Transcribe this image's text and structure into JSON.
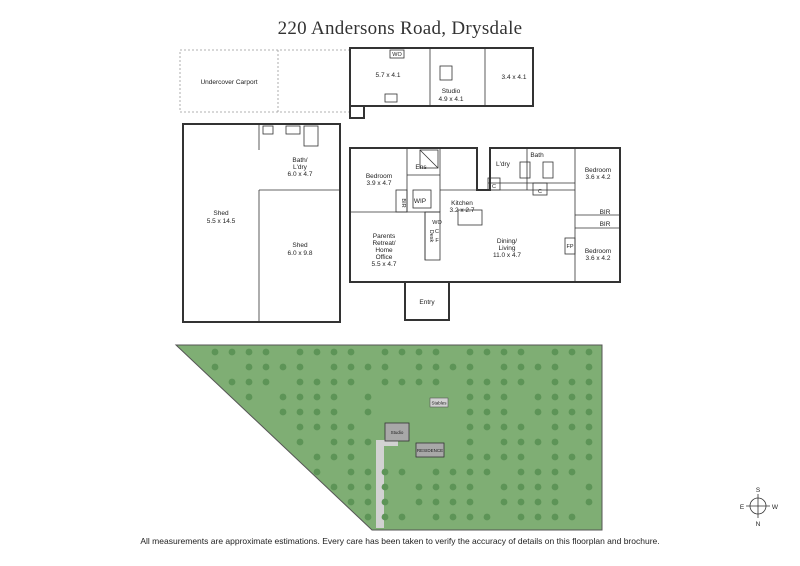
{
  "title": "220 Andersons Road, Drysdale",
  "disclaimer": "All measurements are approximate estimations. Every care has been taken to verify the accuracy of details on this floorplan and brochure.",
  "rooms": {
    "carport": "Undercover Carport",
    "studio_room1": "5.7 x 4.1",
    "studio": "Studio",
    "studio_dims": "4.9 x 4.1",
    "studio_room3": "3.4 x 4.1",
    "wo_studio": "WO",
    "shed1": "Shed",
    "shed1_dims": "5.5 x 14.5",
    "shed2": "Shed",
    "shed2_dims": "6.0 x 9.8",
    "bath_ldry": "Bath/",
    "bath_ldry2": "L'dry",
    "bath_ldry_dims": "6.0 x 4.7",
    "bedroom1": "Bedroom",
    "bedroom1_dims": "3.9 x 4.7",
    "ens": "Ens",
    "wip": "WIP",
    "bir1": "BIR",
    "ldry": "L'dry",
    "bath": "Bath",
    "c1": "C",
    "c2": "C",
    "kitchen": "Kitchen",
    "kitchen_dims": "3.2 x 2.7",
    "bedroom2": "Bedroom",
    "bedroom2_dims": "3.6 x 4.2",
    "bir2": "BIR",
    "bir3": "BIR",
    "parents1": "Parents",
    "parents2": "Retreat/",
    "parents3": "Home",
    "parents4": "Office",
    "parents_dims": "5.5 x 4.7",
    "desk": "Desk",
    "wo": "WO",
    "c3": "C",
    "f": "F",
    "dining1": "Dining/",
    "dining2": "Living",
    "dining_dims": "11.0 x 4.7",
    "fp": "FP",
    "bedroom3": "Bedroom",
    "bedroom3_dims": "3.6 x 4.2",
    "entry": "Entry"
  },
  "site": {
    "stables": "Stables",
    "studio": "Studio",
    "residence": "RESIDENCE"
  },
  "compass": {
    "s": "S",
    "e": "E",
    "w": "W",
    "n": "N"
  },
  "colors": {
    "lawn": "#7fae74",
    "tree": "#5d9457",
    "building": "#a8a8a8",
    "driveway": "#d2d2d2"
  }
}
